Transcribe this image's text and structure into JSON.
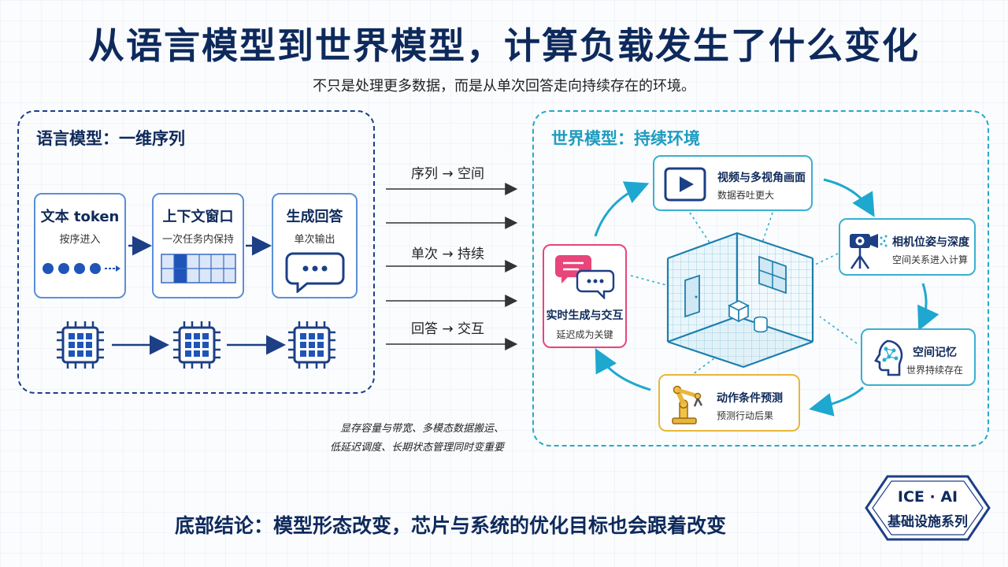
{
  "title": "从语言模型到世界模型，计算负载发生了什么变化",
  "subtitle": "不只是处理更多数据，而是从单次回答走向持续存在的环境。",
  "left_panel": {
    "title": "语言模型：一维序列",
    "cards": [
      {
        "title": "文本 token",
        "sub": "按序进入"
      },
      {
        "title": "上下文窗口",
        "sub": "一次任务内保持"
      },
      {
        "title": "生成回答",
        "sub": "单次输出"
      }
    ]
  },
  "transitions": [
    "序列 → 空间",
    "单次 → 持续",
    "回答 → 交互"
  ],
  "right_panel": {
    "title": "世界模型：持续环境",
    "nodes": {
      "video": {
        "title": "视频与多视角画面",
        "sub": "数据吞吐更大"
      },
      "camera": {
        "title": "相机位姿与深度",
        "sub": "空间关系进入计算"
      },
      "memory": {
        "title": "空间记忆",
        "sub": "世界持续存在"
      },
      "action": {
        "title": "动作条件预测",
        "sub": "预测行动后果"
      },
      "realtime": {
        "title": "实时生成与交互",
        "sub": "延迟成为关键"
      }
    }
  },
  "note": {
    "line1": "显存容量与带宽、多模态数据搬运、",
    "line2": "低延迟调度、长期状态管理同时变重要"
  },
  "footer": "底部结论：模型形态改变，芯片与系统的优化目标也会跟着改变",
  "badge": {
    "line1": "ICE · AI",
    "line2": "基础设施系列"
  },
  "colors": {
    "navy": "#0e2a5c",
    "blue": "#1c3f86",
    "teal": "#27a9c9",
    "pink": "#e8457a",
    "gold": "#e9b53b"
  }
}
